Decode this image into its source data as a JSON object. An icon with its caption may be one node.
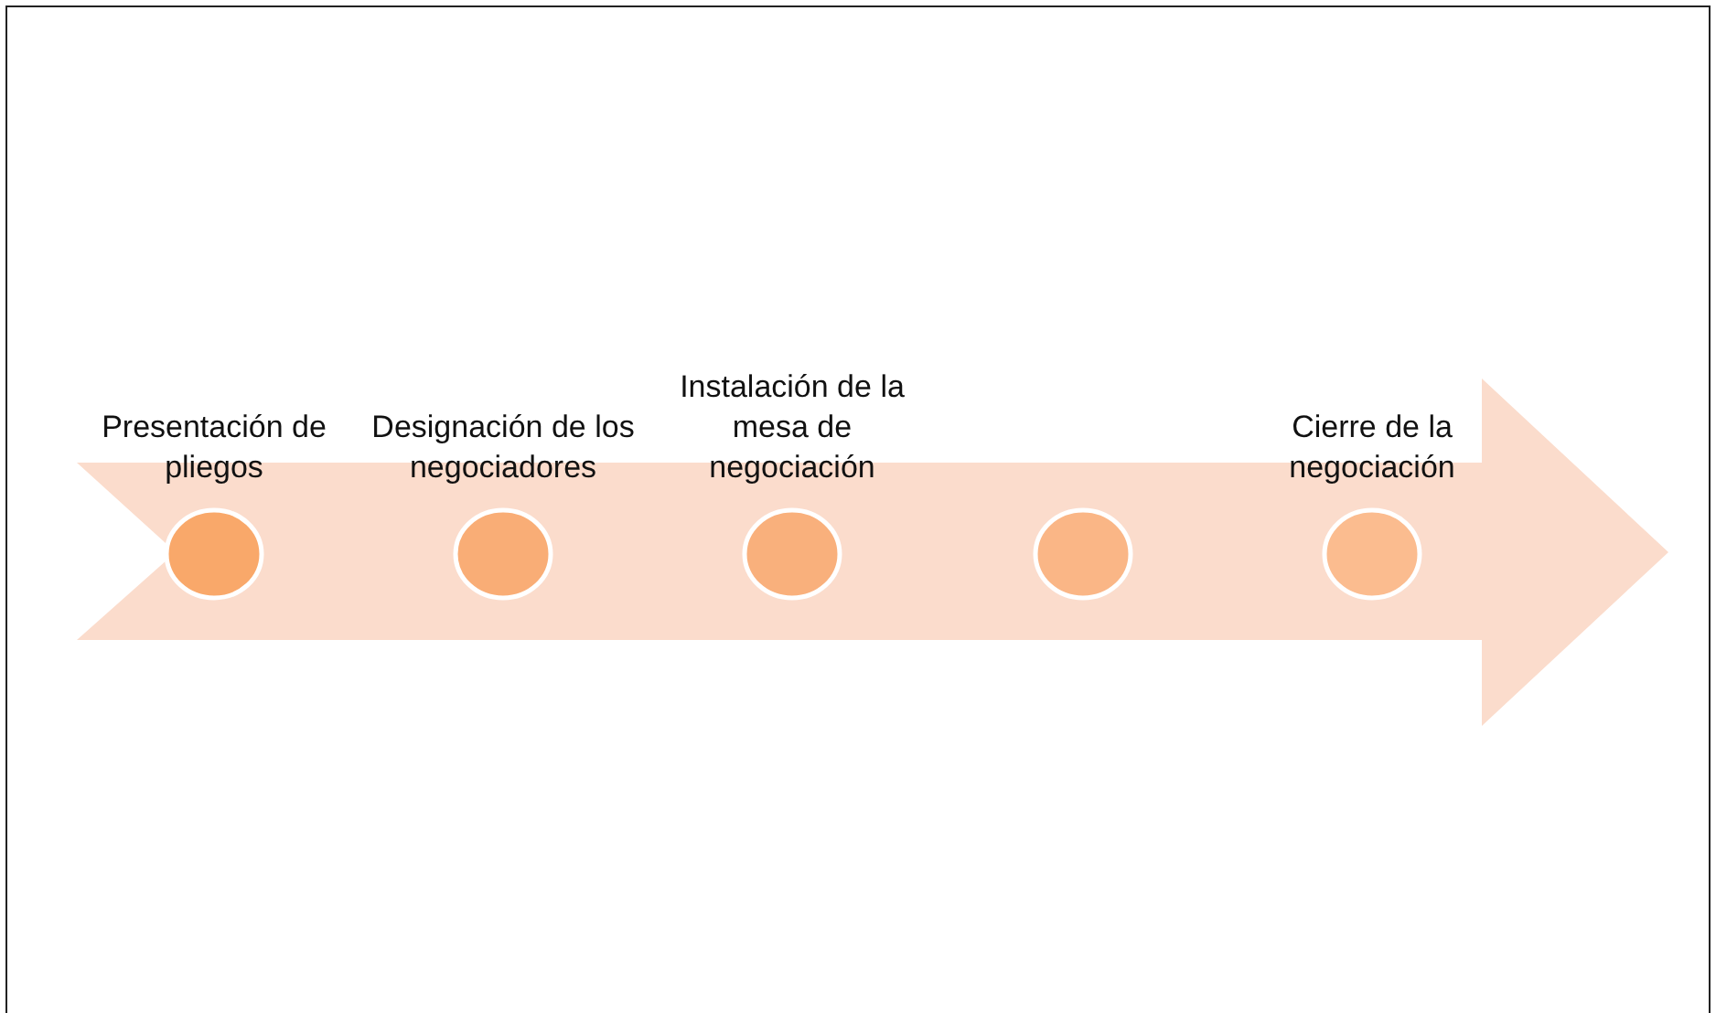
{
  "diagram": {
    "nodes": [
      {
        "text": [
          "Presentación de pliegos"
        ]
      },
      {
        "text": [
          "Designación de los negociadores"
        ]
      },
      {
        "text": [
          "Instalación de la mesa de negociación"
        ]
      },
      {
        "text": [],
        "shape": "circle"
      },
      {
        "text": [
          "Cierre de la negociación"
        ]
      }
    ]
  }
}
